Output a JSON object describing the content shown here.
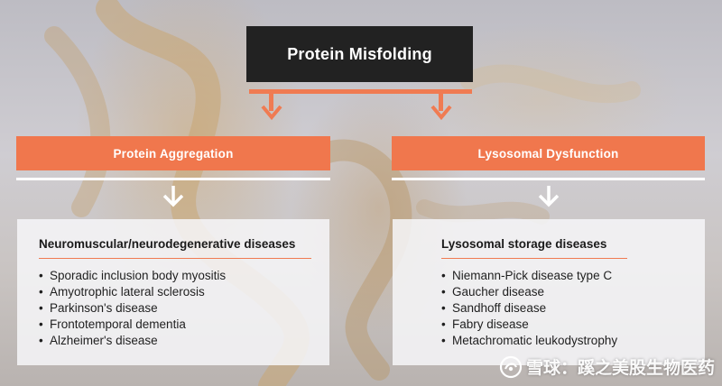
{
  "top": {
    "title": "Protein Misfolding"
  },
  "branches": [
    {
      "label": "Protein Aggregation",
      "panel": {
        "title": "Neuromuscular/neurodegenerative diseases",
        "items": [
          "Sporadic inclusion body myositis",
          "Amyotrophic lateral sclerosis",
          "Parkinson's disease",
          "Frontotemporal dementia",
          "Alzheimer's disease"
        ]
      }
    },
    {
      "label": "Lysosomal Dysfunction",
      "panel": {
        "title": "Lysosomal storage diseases",
        "items": [
          "Niemann-Pick disease type C",
          "Gaucher disease",
          "Sandhoff disease",
          "Fabry disease",
          "Metachromatic leukodystrophy"
        ]
      }
    }
  ],
  "watermark": {
    "text": "雪球：蹊之美股生物医药"
  },
  "colors": {
    "accent": "#f0774d",
    "dark_box": "#222222",
    "panel_bg": "#f6f6f8"
  },
  "bullet": "•"
}
